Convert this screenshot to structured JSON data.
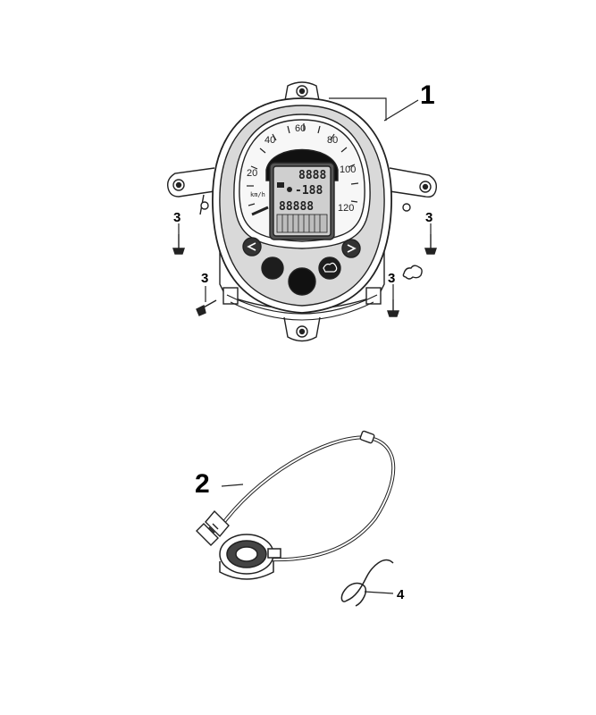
{
  "callouts": {
    "speedometer": "1",
    "cable": "2",
    "screw_left_upper": "3",
    "screw_right_upper": "3",
    "screw_left_lower": "3",
    "screw_right_lower": "3",
    "clip": "4"
  },
  "dial": {
    "ticks": [
      "20",
      "40",
      "60",
      "80",
      "100",
      "120"
    ],
    "unit": "km/h"
  },
  "lcd": {
    "line1": "8888",
    "line2": "-188",
    "line3": "88888"
  }
}
